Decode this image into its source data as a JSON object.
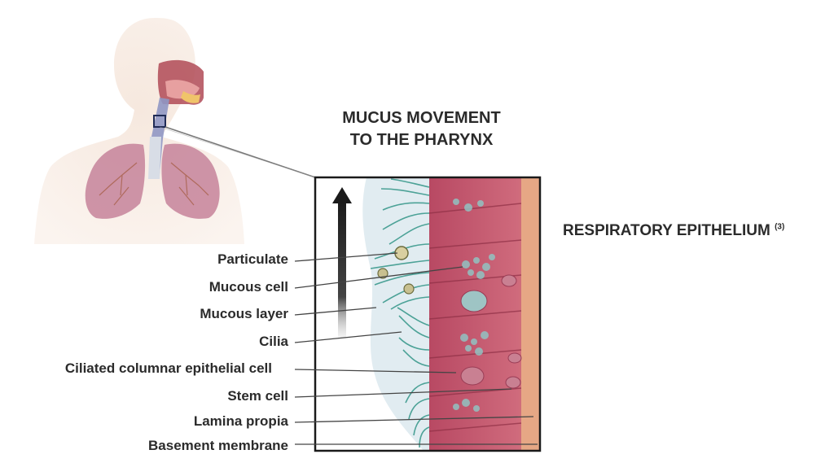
{
  "title": {
    "line1": "MUCUS MOVEMENT",
    "line2": "TO THE PHARYNX"
  },
  "side_title": {
    "text": "RESPIRATORY EPITHELIUM",
    "reference": "(3)"
  },
  "labels": [
    {
      "id": "particulate",
      "text": "Particulate"
    },
    {
      "id": "mucous-cell",
      "text": "Mucous cell"
    },
    {
      "id": "mucous-layer",
      "text": "Mucous layer"
    },
    {
      "id": "cilia",
      "text": "Cilia"
    },
    {
      "id": "ciliated-columnar-epithelial-cell",
      "text": "Ciliated columnar epithelial cell"
    },
    {
      "id": "stem-cell",
      "text": "Stem cell"
    },
    {
      "id": "lamina-propia",
      "text": "Lamina propia"
    },
    {
      "id": "basement-membrane",
      "text": "Basement membrane"
    }
  ],
  "colors": {
    "body": "#f3e3d8",
    "lung": "#c6839a",
    "trachea": "#b7c3d9",
    "cell": "#c2526b",
    "cilia": "#3c9a8e",
    "mucus": "#d9e7ee",
    "lamina": "#e6a785"
  }
}
